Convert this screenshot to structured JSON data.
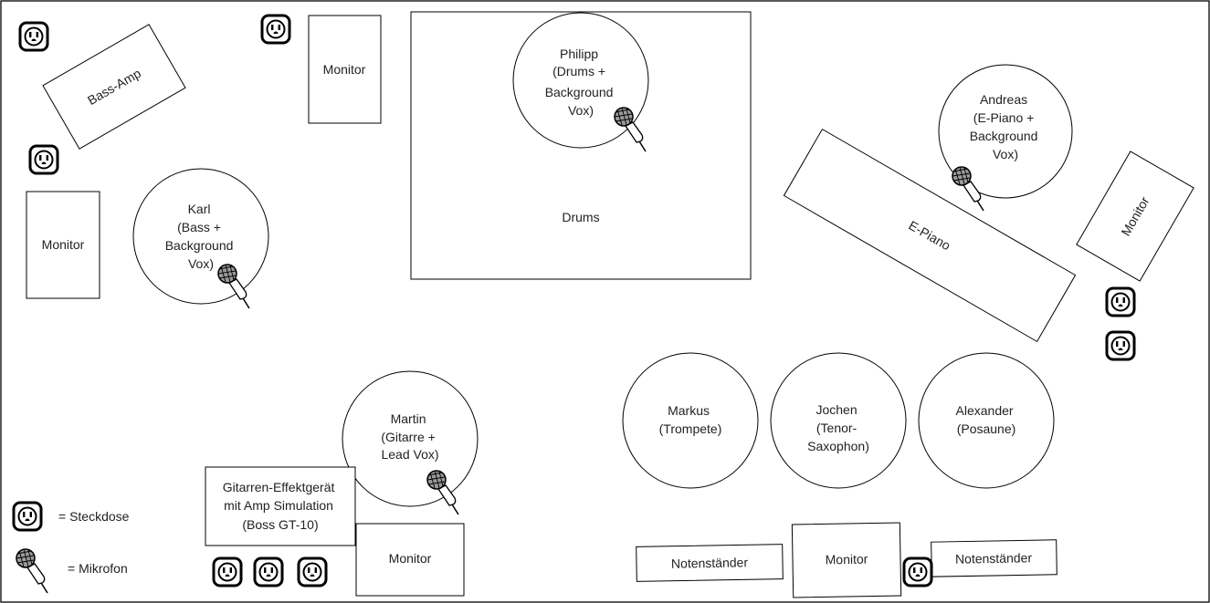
{
  "diagram": {
    "bass_amp": "Bass-Amp",
    "monitor_label": "Monitor",
    "drums": "Drums",
    "e_piano": "E-Piano",
    "musicians": {
      "philipp": [
        "Philipp",
        "(Drums +",
        "Background",
        "Vox)"
      ],
      "karl": [
        "Karl",
        "(Bass +",
        "Background",
        "Vox)"
      ],
      "andreas": [
        "Andreas",
        "(E-Piano +",
        "Background",
        "Vox)"
      ],
      "martin": [
        "Martin",
        "(Gitarre +",
        "Lead Vox)"
      ],
      "markus": [
        "Markus",
        "(Trompete)"
      ],
      "jochen": [
        "Jochen",
        "(Tenor-",
        "Saxophon)"
      ],
      "alexander": [
        "Alexander",
        "(Posaune)"
      ]
    },
    "effects_unit": [
      "Gitarren-Effektgerät",
      "mit Amp Simulation",
      "(Boss GT-10)"
    ],
    "notenstaender": "Notenständer"
  },
  "legend": {
    "steckdose": "= Steckdose",
    "mikrofon": "= Mikrofon"
  },
  "icons": {
    "socket": "socket-icon",
    "microphone": "microphone-icon"
  },
  "colors": {
    "stroke": "#000000",
    "background": "#ffffff",
    "text": "#222222"
  }
}
